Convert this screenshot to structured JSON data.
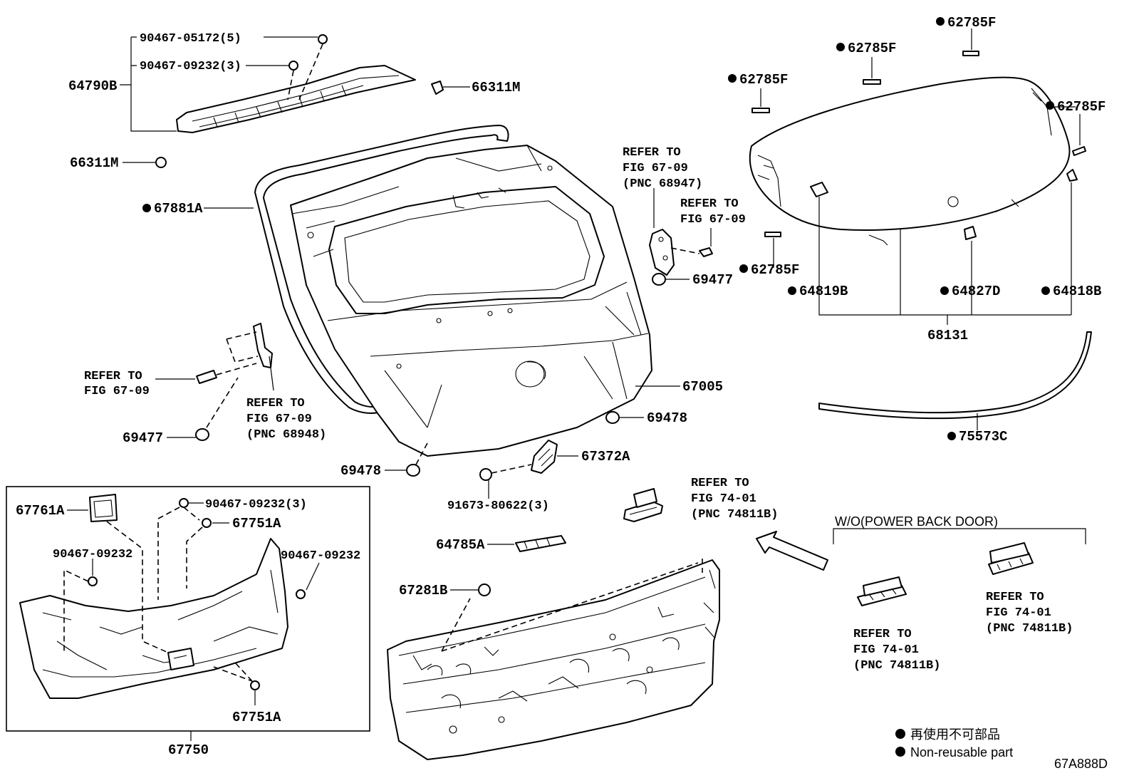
{
  "labels": {
    "p64790B": "64790B",
    "p90467_05172": "90467-05172(5)",
    "p90467_09232_3_top": "90467-09232(3)",
    "p66311M_top": "66311M",
    "p66311M_left": "66311M",
    "p67881A": "67881A",
    "refer_6709_a_1": "REFER TO",
    "refer_6709_a_2": "FIG 67-09",
    "refer_6709_a_3": "(PNC 68947)",
    "refer_6709_b_1": "REFER TO",
    "refer_6709_b_2": "FIG 67-09",
    "p69477_right": "69477",
    "refer_6709_c_1": "REFER TO",
    "refer_6709_c_2": "FIG 67-09",
    "refer_6709_d_1": "REFER TO",
    "refer_6709_d_2": "FIG 67-09",
    "refer_6709_d_3": "(PNC 68948)",
    "p69477_left": "69477",
    "p67005": "67005",
    "p69478_right": "69478",
    "p69478_left": "69478",
    "p67372A": "67372A",
    "p91673": "91673-80622(3)",
    "p62785F_1": "62785F",
    "p62785F_2": "62785F",
    "p62785F_3": "62785F",
    "p62785F_4": "62785F",
    "p62785F_5": "62785F",
    "p64819B": "64819B",
    "p64827D": "64827D",
    "p64818B": "64818B",
    "p68131": "68131",
    "p75573C": "75573C",
    "refer_7401_a_1": "REFER TO",
    "refer_7401_a_2": "FIG 74-01",
    "refer_7401_a_3": "(PNC 74811B)",
    "wo_power_back_door": "W/O(POWER BACK DOOR)",
    "refer_7401_b_1": "REFER TO",
    "refer_7401_b_2": "FIG 74-01",
    "refer_7401_b_3": "(PNC 74811B)",
    "refer_7401_c_1": "REFER TO",
    "refer_7401_c_2": "FIG 74-01",
    "refer_7401_c_3": "(PNC 74811B)",
    "p64785A": "64785A",
    "p67281B": "67281B",
    "p67761A": "67761A",
    "p90467_09232_3_box": "90467-09232(3)",
    "p67751A_top": "67751A",
    "p90467_09232_left": "90467-09232",
    "p90467_09232_right": "90467-09232",
    "p67751A_bottom": "67751A",
    "p67750": "67750",
    "legend_jp": "再使用不可部品",
    "legend_en": "Non-reusable part",
    "figure_code": "67A888D"
  }
}
